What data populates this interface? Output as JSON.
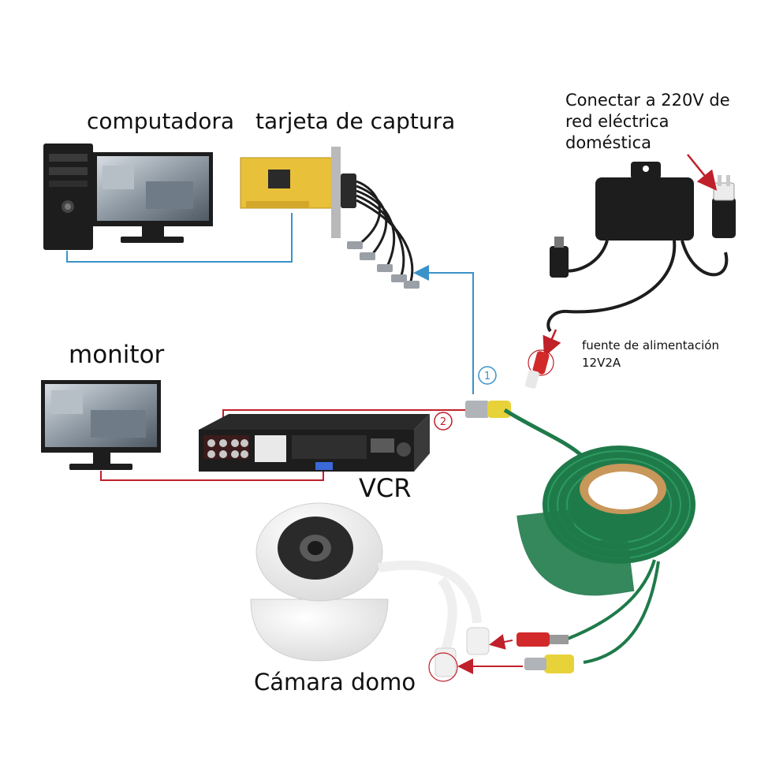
{
  "labels": {
    "computer": "computadora",
    "capture_card": "tarjeta de captura",
    "mains_line1": "Conectar a 220V de",
    "mains_line2": "red eléctrica",
    "mains_line3": "doméstica",
    "power_supply_line1": "fuente de alimentación",
    "power_supply_line2": "12V2A",
    "monitor": "monitor",
    "vcr": "VCR",
    "camera": "Cámara domo",
    "step1": "1",
    "step2": "2"
  },
  "colors": {
    "signal_line_blue": "#3a93c8",
    "signal_line_red": "#c0202a",
    "cable_green": "#1f7a4a",
    "card_yellow": "#e8c03a",
    "device_black": "#1d1d1d",
    "camera_white": "#f2f2f2"
  },
  "icons": [
    "computer-tower-icon",
    "monitor-icon",
    "capture-card-icon",
    "power-adapter-icon",
    "dvr-icon",
    "dome-camera-icon",
    "cable-coil-icon",
    "plug-icon"
  ]
}
